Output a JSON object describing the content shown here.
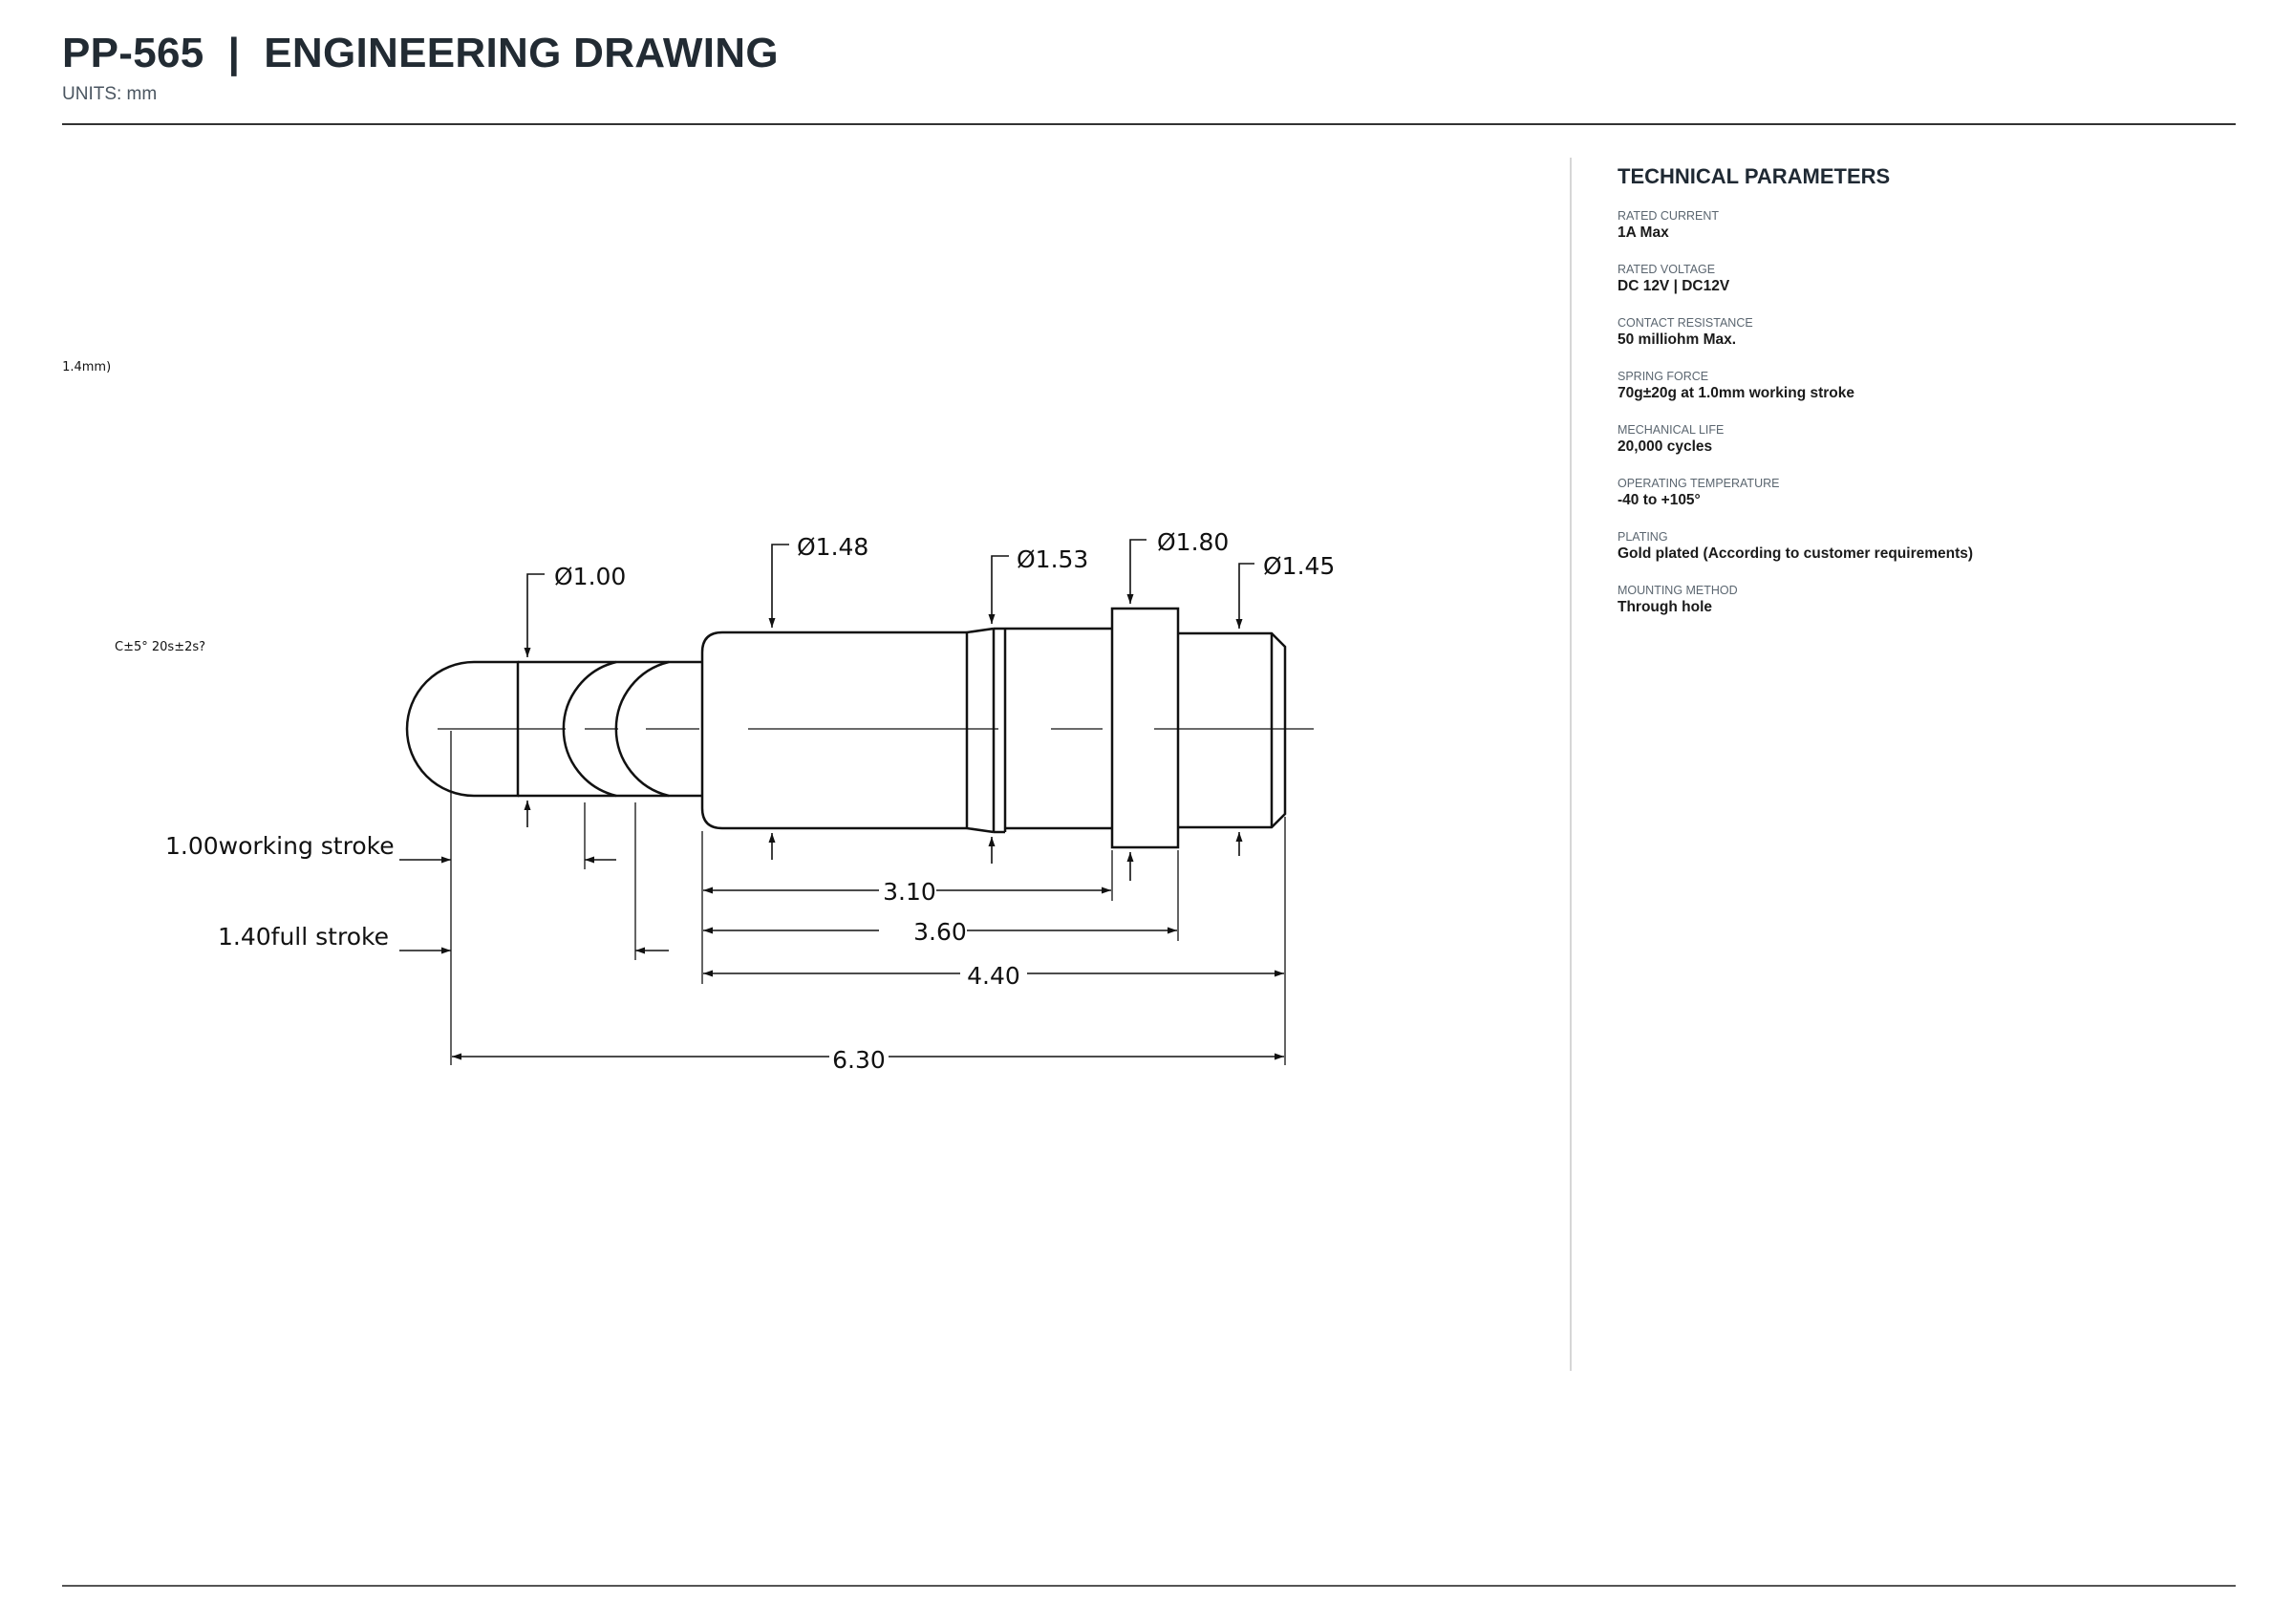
{
  "header": {
    "title": "PP-565  |  ENGINEERING DRAWING",
    "units": "UNITS: mm"
  },
  "drawing": {
    "diameters": [
      "Ø1.00",
      "Ø1.48",
      "Ø1.53",
      "Ø1.80",
      "Ø1.45"
    ],
    "stroke_labels": [
      "1.00working stroke",
      "1.40full stroke"
    ],
    "lengths": [
      "3.10",
      "3.60",
      "4.40",
      "6.30"
    ],
    "fragments": [
      "(1.4mm)",
      "C±5° 20s±2s?"
    ]
  },
  "params": {
    "heading": "TECHNICAL PARAMETERS",
    "items": [
      {
        "label": "RATED CURRENT",
        "value": "1A Max"
      },
      {
        "label": "RATED VOLTAGE",
        "value": "DC 12V | DC12V"
      },
      {
        "label": "CONTACT RESISTANCE",
        "value": "50 milliohm Max."
      },
      {
        "label": "SPRING FORCE",
        "value": "70g±20g at 1.0mm working stroke"
      },
      {
        "label": "MECHANICAL LIFE",
        "value": "20,000 cycles"
      },
      {
        "label": "OPERATING TEMPERATURE",
        "value": "-40 to +105°"
      },
      {
        "label": "PLATING",
        "value": "Gold plated (According to customer requirements)"
      },
      {
        "label": "MOUNTING METHOD",
        "value": "Through hole"
      }
    ]
  }
}
